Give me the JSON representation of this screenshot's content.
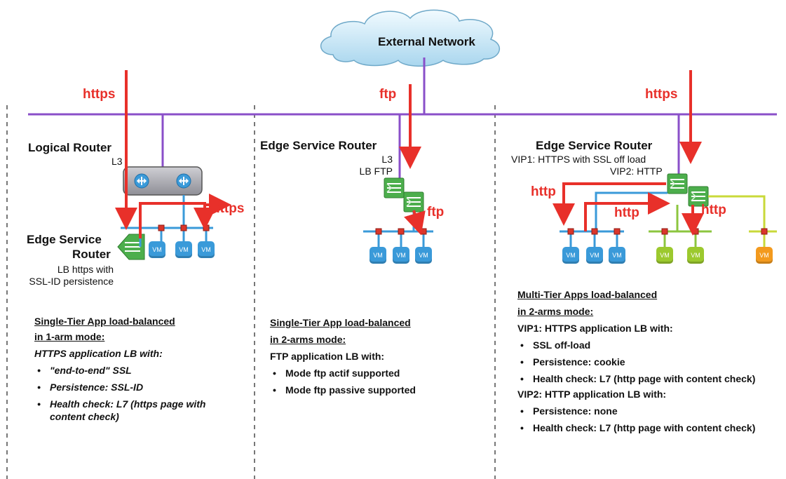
{
  "cloud": {
    "label": "External Network"
  },
  "protocols": {
    "left_top": "https",
    "left_side": "https",
    "middle_top": "ftp",
    "middle_side": "ftp",
    "right_top": "https",
    "right_http_1": "http",
    "right_http_2": "http",
    "right_http_3": "http"
  },
  "left": {
    "logical_router": {
      "title": "Logical Router",
      "sub": "L3"
    },
    "esr": {
      "title_line1": "Edge Service",
      "title_line2": "Router",
      "sub_line1": "LB https with",
      "sub_line2": "SSL-ID persistence"
    },
    "vm_label": "VM",
    "desc": {
      "heading_line1": "Single-Tier App load-balanced",
      "heading_line2": "in 1-arm mode:",
      "intro": "HTTPS application LB with:",
      "bullets": [
        "\"end-to-end\" SSL",
        "Persistence: SSL-ID",
        "Health check: L7 (https page with content check)"
      ]
    }
  },
  "middle": {
    "esr": {
      "title": "Edge Service Router",
      "sub_line1": "L3",
      "sub_line2": "LB FTP"
    },
    "vm_label": "VM",
    "desc": {
      "heading_line1": "Single-Tier App load-balanced",
      "heading_line2": "in 2-arms mode:",
      "intro": "FTP application LB with:",
      "bullets": [
        "Mode ftp actif supported",
        "Mode ftp passive supported"
      ]
    }
  },
  "right": {
    "esr": {
      "title": "Edge Service Router",
      "sub_line1": "VIP1: HTTPS with SSL off load",
      "sub_line2": "VIP2: HTTP"
    },
    "vm_label": "VM",
    "desc": {
      "heading_line1": "Multi-Tier Apps load-balanced",
      "heading_line2": "in 2-arms mode:",
      "vip1_intro": "VIP1: HTTPS application LB with:",
      "vip1_bullets": [
        "SSL off-load",
        "Persistence: cookie",
        "Health check: L7 (http page with content check)"
      ],
      "vip2_intro": "VIP2: HTTP application LB with:",
      "vip2_bullets": [
        "Persistence: none",
        "Health check: L7 (http page with content check)"
      ]
    }
  },
  "colors": {
    "red": "#e8302a",
    "purple": "#8a4fc9",
    "blue": "#3a9ad9",
    "green": "#8cc63f",
    "orange": "#f39a1e",
    "router_green": "#4cae4c",
    "dashed": "#777777"
  }
}
